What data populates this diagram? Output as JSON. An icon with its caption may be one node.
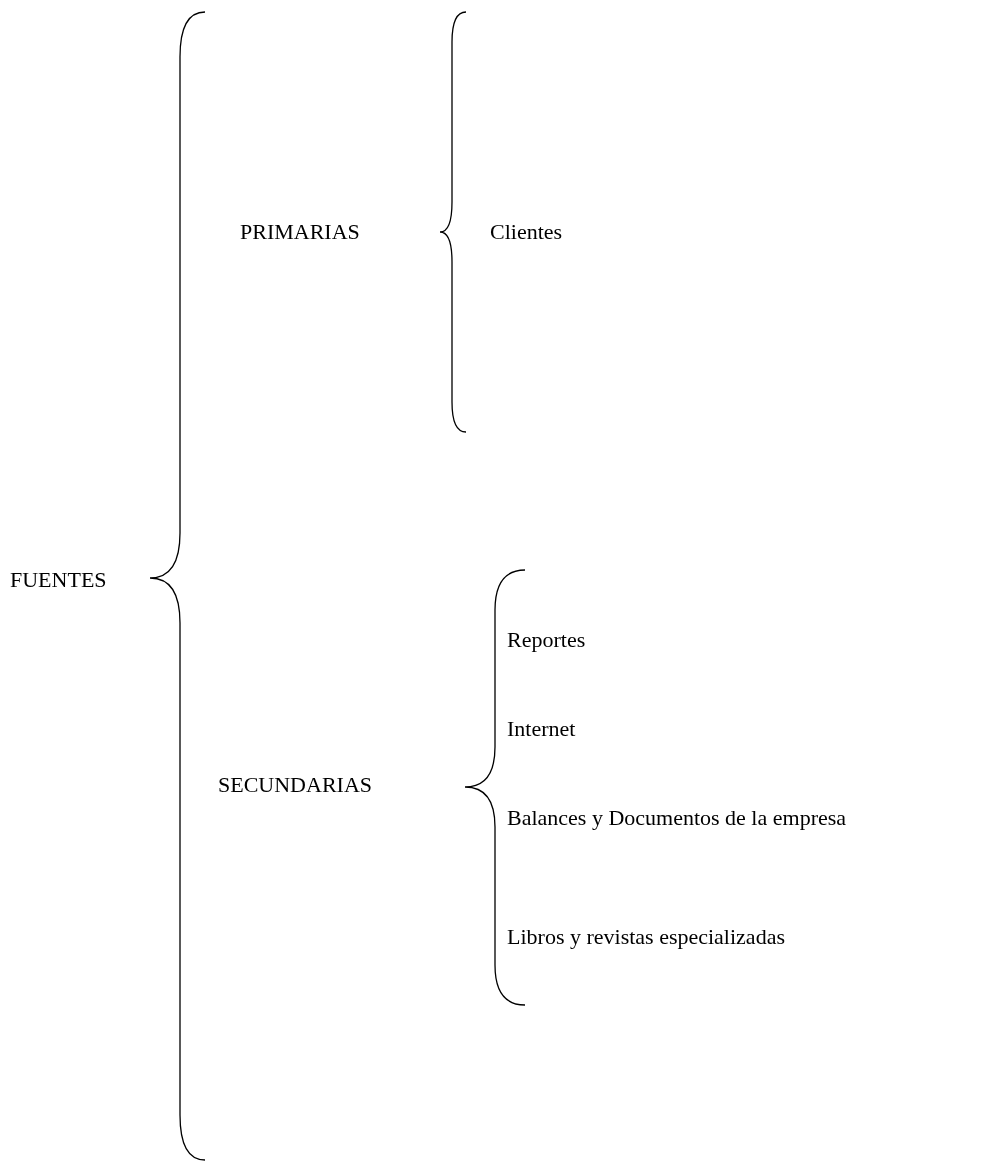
{
  "diagram": {
    "labels": [
      "FUENTES",
      "PRIMARIAS",
      "Clientes",
      "SECUNDARIAS",
      "Reportes",
      "Internet",
      "Balances y Documentos de la empresa",
      "Libros y revistas especializadas"
    ]
  }
}
